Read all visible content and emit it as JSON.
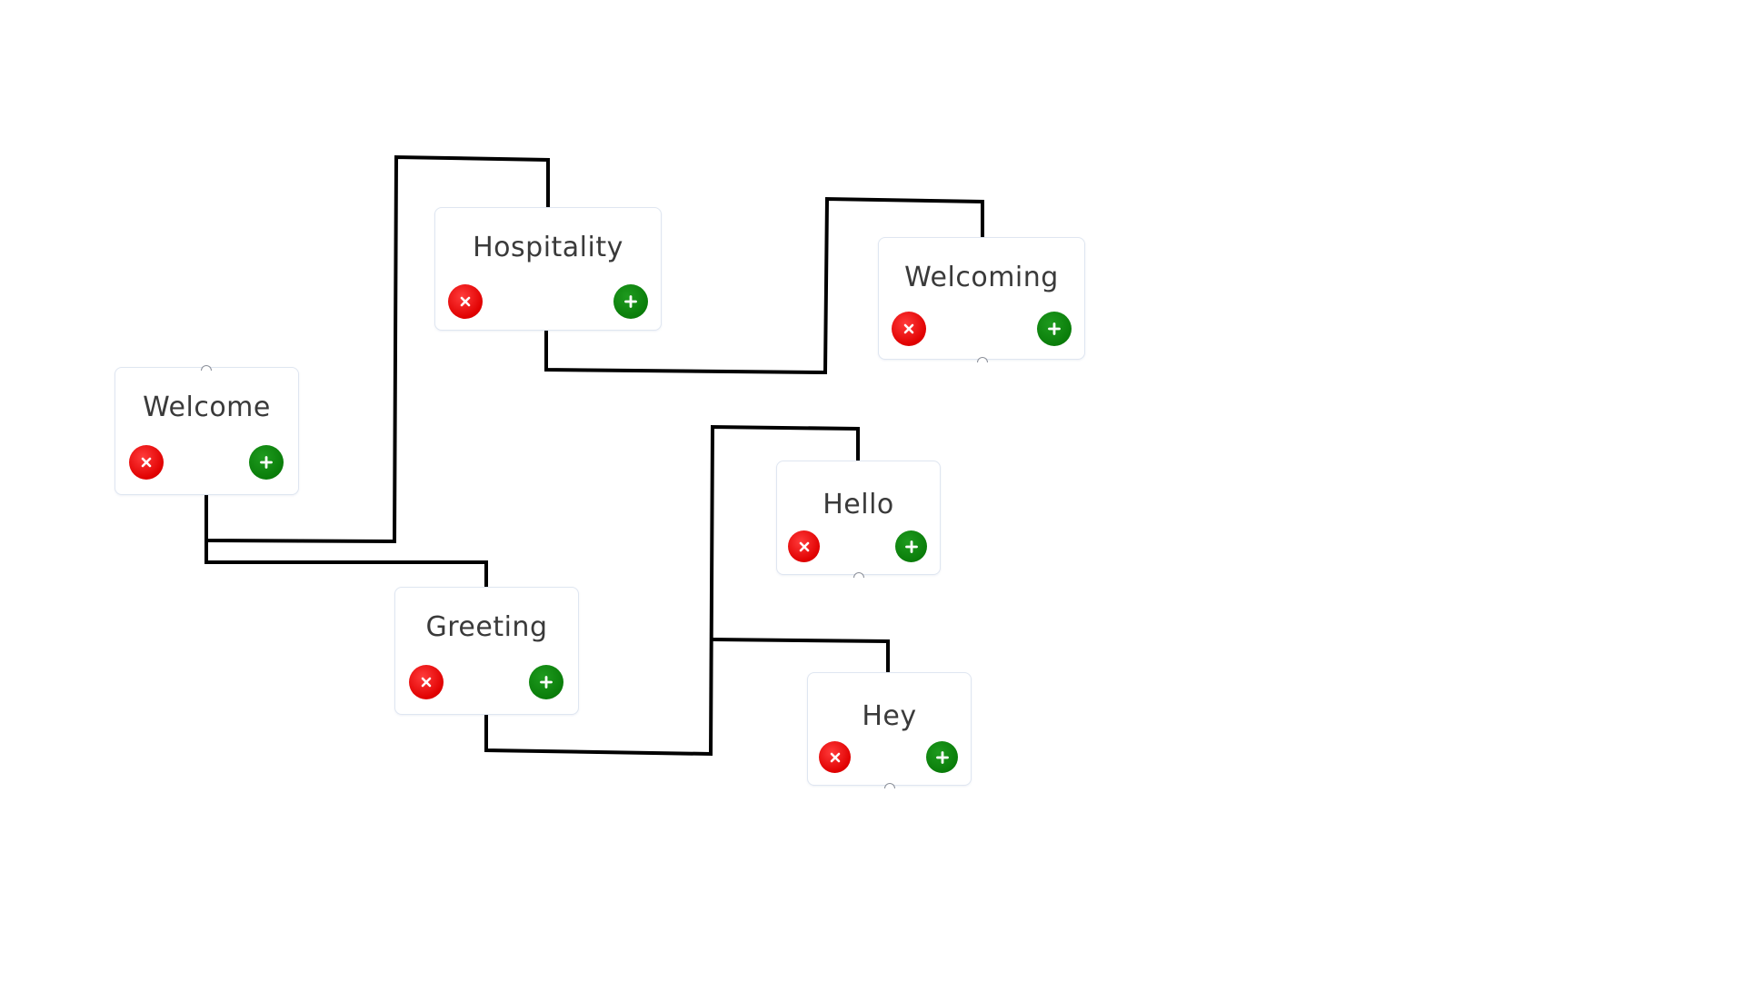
{
  "nodes": [
    {
      "id": "welcome",
      "label": "Welcome",
      "remove_icon": "close-icon",
      "add_icon": "plus-icon"
    },
    {
      "id": "hospitality",
      "label": "Hospitality",
      "remove_icon": "close-icon",
      "add_icon": "plus-icon"
    },
    {
      "id": "welcoming",
      "label": "Welcoming",
      "remove_icon": "close-icon",
      "add_icon": "plus-icon"
    },
    {
      "id": "greeting",
      "label": "Greeting",
      "remove_icon": "close-icon",
      "add_icon": "plus-icon"
    },
    {
      "id": "hello",
      "label": "Hello",
      "remove_icon": "close-icon",
      "add_icon": "plus-icon"
    },
    {
      "id": "hey",
      "label": "Hey",
      "remove_icon": "close-icon",
      "add_icon": "plus-icon"
    }
  ],
  "edges": [
    {
      "from": "welcome",
      "to": "hospitality"
    },
    {
      "from": "welcome",
      "to": "greeting"
    },
    {
      "from": "hospitality",
      "to": "welcoming"
    },
    {
      "from": "greeting",
      "to": "hello"
    },
    {
      "from": "greeting",
      "to": "hey"
    }
  ],
  "colors": {
    "remove_button": "#e00000",
    "add_button": "#0a7d0a",
    "connector": "#000000",
    "node_border": "#dfe6f1",
    "label_text": "#3a3a3a"
  }
}
